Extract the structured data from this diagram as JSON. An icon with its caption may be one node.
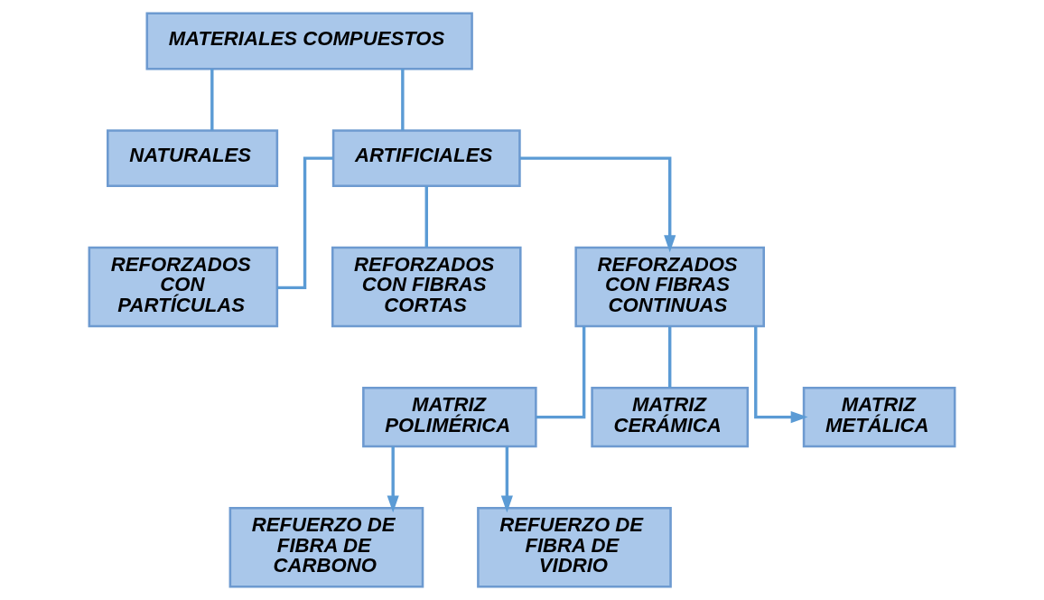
{
  "diagram": {
    "nodes": [
      {
        "text": [
          "MATERIALES COMPUESTOS"
        ]
      },
      {
        "text": [
          "NATURALES"
        ]
      },
      {
        "text": [
          "ARTIFICIALES"
        ]
      },
      {
        "text": [
          "REFORZADOS CON PARTÍCULAS"
        ]
      },
      {
        "text": [
          "REFORZADOS CON FIBRAS CORTAS"
        ]
      },
      {
        "text": [
          "REFORZADOS CON FIBRAS CONTINUAS"
        ]
      },
      {
        "text": [
          "MATRIZ POLIMÉRICA"
        ]
      },
      {
        "text": [
          "MATRIZ CERÁMICA"
        ]
      },
      {
        "text": [
          "MATRIZ METÁLICA"
        ]
      },
      {
        "text": [
          "REFUERZO DE FIBRA DE CARBONO"
        ]
      },
      {
        "text": [
          "REFUERZO DE FIBRA DE VIDRIO"
        ]
      }
    ],
    "edges": [
      {
        "from": 0,
        "to": 1,
        "arrow": "none"
      },
      {
        "from": 0,
        "to": 2,
        "arrow": "none"
      },
      {
        "from": 2,
        "to": 3,
        "arrow": "none"
      },
      {
        "from": 2,
        "to": 4,
        "arrow": "none"
      },
      {
        "from": 2,
        "to": 5,
        "arrow": "to"
      },
      {
        "from": 5,
        "to": 6,
        "arrow": "none"
      },
      {
        "from": 5,
        "to": 7,
        "arrow": "none"
      },
      {
        "from": 5,
        "to": 8,
        "arrow": "to"
      },
      {
        "from": 6,
        "to": 9,
        "arrow": "to"
      },
      {
        "from": 6,
        "to": 10,
        "arrow": "to"
      }
    ]
  }
}
